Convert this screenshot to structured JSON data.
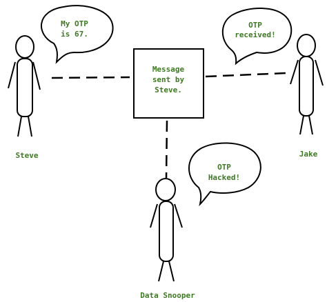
{
  "colors": {
    "line": "#000000",
    "text": "#3d7a22",
    "background": "#ffffff"
  },
  "center_box": {
    "lines": [
      "Message",
      "sent by",
      "Steve."
    ]
  },
  "people": {
    "steve": {
      "name": "Steve",
      "bubble_lines": [
        "My OTP",
        "is 67."
      ]
    },
    "jake": {
      "name": "Jake",
      "bubble_lines": [
        "OTP",
        "received!"
      ]
    },
    "snooper": {
      "name": "Data Snooper",
      "bubble_lines": [
        "OTP",
        "Hacked!"
      ]
    }
  }
}
